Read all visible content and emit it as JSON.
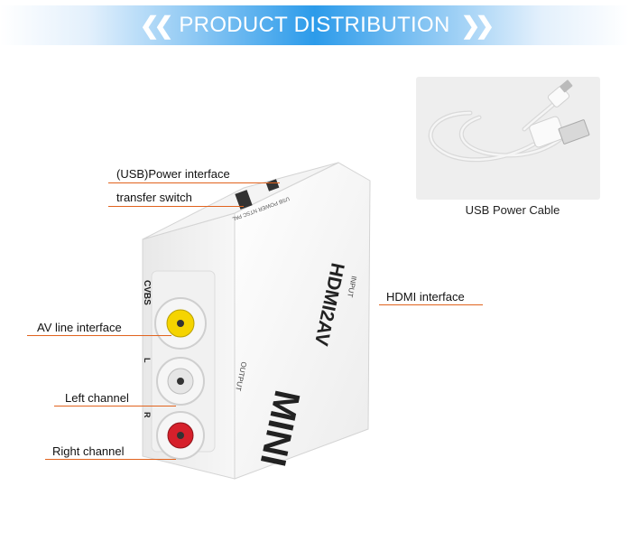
{
  "banner": {
    "title": "PRODUCT DISTRIBUTION",
    "left_icon": "double-chevron-left-icon",
    "right_icon": "double-chevron-right-icon"
  },
  "cable": {
    "caption": "USB Power Cable"
  },
  "device": {
    "brand": "HDMI2AV",
    "model": "MINI",
    "input_label": "INPUT",
    "output_label": "OUTPUT",
    "cvbs_label": "CVBS",
    "l_label": "L",
    "r_label": "R",
    "switch_label": "USB POWER NTSC PAL"
  },
  "callouts": {
    "usb_power": "(USB)Power interface",
    "transfer_switch": "transfer switch",
    "hdmi": "HDMI interface",
    "av_line": "AV line interface",
    "left": "Left channel",
    "right": "Right channel"
  },
  "colors": {
    "accent_line": "#e1631e",
    "banner_blue": "#2c9bea",
    "rca_yellow": "#f5d400",
    "rca_white": "#e6e6e6",
    "rca_red": "#d6202b"
  }
}
